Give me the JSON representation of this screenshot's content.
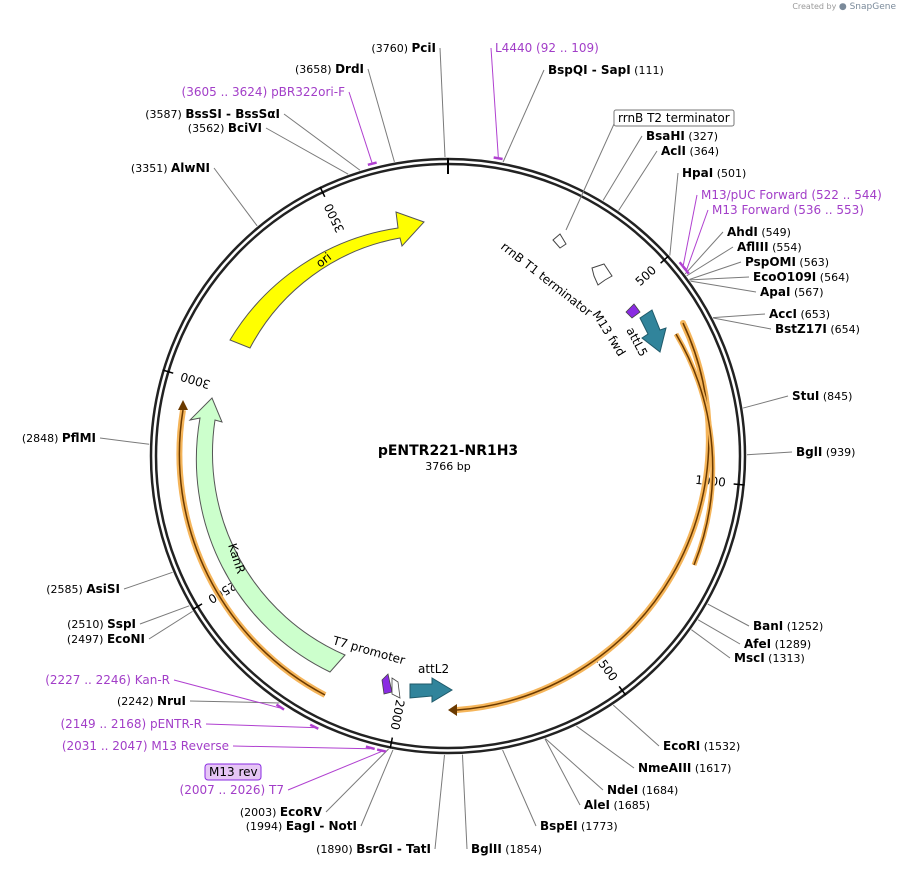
{
  "credit": {
    "created_by": "Created by",
    "brand": "SnapGene"
  },
  "plasmid": {
    "name": "pENTR221-NR1H3",
    "size": "3766 bp",
    "length": 3766
  },
  "colors": {
    "ori": "#ffff00",
    "kanr": "#ccffcc",
    "att": "#31849b",
    "orf": "#f0a020",
    "primer": "#8a2be2",
    "terminator": "#ffffff"
  },
  "ticks": [
    {
      "pos": 500,
      "label": "500"
    },
    {
      "pos": 1000,
      "label": "1000"
    },
    {
      "pos": 1500,
      "label": "1500"
    },
    {
      "pos": 2000,
      "label": "2000"
    },
    {
      "pos": 2500,
      "label": "2500"
    },
    {
      "pos": 3000,
      "label": "3000"
    },
    {
      "pos": 3500,
      "label": "3500"
    }
  ],
  "sites": [
    {
      "name": "PciI",
      "pos": "(3760)"
    },
    {
      "name": "DrdI",
      "pos": "(3658)"
    },
    {
      "name": "BssSI  -  BssSαI",
      "pos": "(3587)"
    },
    {
      "name": "BciVI",
      "pos": "(3562)"
    },
    {
      "name": "AlwNI",
      "pos": "(3351)"
    },
    {
      "name": "PflMI",
      "pos": "(2848)"
    },
    {
      "name": "AsiSI",
      "pos": "(2585)"
    },
    {
      "name": "SspI",
      "pos": "(2510)"
    },
    {
      "name": "EcoNI",
      "pos": "(2497)"
    },
    {
      "name": "NruI",
      "pos": "(2242)"
    },
    {
      "name": "EcoRV",
      "pos": "(2003)"
    },
    {
      "name": "EagI  -  NotI",
      "pos": "(1994)"
    },
    {
      "name": "BsrGI  -  TatI",
      "pos": "(1890)"
    },
    {
      "name": "BglII",
      "pos": "(1854)"
    },
    {
      "name": "BspEI",
      "pos": "(1773)"
    },
    {
      "name": "AleI",
      "pos": "(1685)"
    },
    {
      "name": "NdeI",
      "pos": "(1684)"
    },
    {
      "name": "NmeAIII",
      "pos": "(1617)"
    },
    {
      "name": "EcoRI",
      "pos": "(1532)"
    },
    {
      "name": "MscI",
      "pos": "(1313)"
    },
    {
      "name": "AfeI",
      "pos": "(1289)"
    },
    {
      "name": "BanI",
      "pos": "(1252)"
    },
    {
      "name": "BglI",
      "pos": "(939)"
    },
    {
      "name": "StuI",
      "pos": "(845)"
    },
    {
      "name": "BstZ17I",
      "pos": "(654)"
    },
    {
      "name": "AccI",
      "pos": "(653)"
    },
    {
      "name": "ApaI",
      "pos": "(567)"
    },
    {
      "name": "EcoO109I",
      "pos": "(564)"
    },
    {
      "name": "PspOMI",
      "pos": "(563)"
    },
    {
      "name": "AflIII",
      "pos": "(554)"
    },
    {
      "name": "AhdI",
      "pos": "(549)"
    },
    {
      "name": "HpaI",
      "pos": "(501)"
    },
    {
      "name": "AclI",
      "pos": "(364)"
    },
    {
      "name": "BsaHI",
      "pos": "(327)"
    },
    {
      "name": "BspQI  -  SapI",
      "pos": "(111)"
    }
  ],
  "primers": [
    {
      "name": "L4440",
      "range": "(92 .. 109)"
    },
    {
      "name": "M13/pUC Forward",
      "range": "(522 .. 544)"
    },
    {
      "name": "M13 Forward",
      "range": "(536 .. 553)"
    },
    {
      "name": "pBR322ori-F",
      "range": "(3605 .. 3624)"
    },
    {
      "name": "Kan-R",
      "range": "(2227 .. 2246)"
    },
    {
      "name": "pENTR-R",
      "range": "(2149 .. 2168)"
    },
    {
      "name": "M13 Reverse",
      "range": "(2031 .. 2047)"
    },
    {
      "name": "T7",
      "range": "(2007 .. 2026)"
    }
  ],
  "boxed_label": "M13 rev",
  "features": {
    "rrnb_t2": "rrnB T2 terminator",
    "rrnb_t1": "rrnB T1 terminator",
    "m13fwd": "M13 fwd",
    "attl5": "attL5",
    "ori": "ori",
    "kanr": "KanR",
    "t7promoter": "T7 promoter",
    "attl2": "attL2"
  }
}
